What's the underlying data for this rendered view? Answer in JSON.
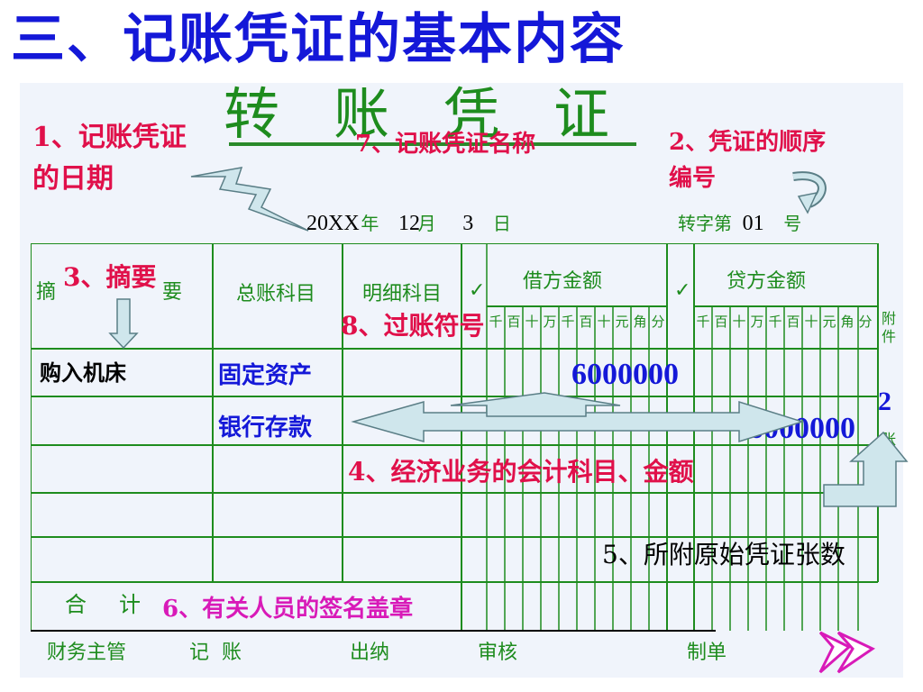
{
  "slide": {
    "title": "三、记账凭证的基本内容"
  },
  "voucher": {
    "title": "转账凭证",
    "date": {
      "year": "20XX",
      "year_unit": "年",
      "month": "12",
      "month_unit": "月",
      "day": "3",
      "day_unit": "日"
    },
    "number": {
      "prefix": "转字第",
      "value": "01",
      "suffix": "号"
    },
    "headers": {
      "summary": "摘要",
      "general_account": "总账科目",
      "sub_account": "明细科目",
      "check": "✓",
      "debit_amount": "借方金额",
      "credit_amount": "贷方金额",
      "attachments": "附件"
    },
    "units": [
      "千",
      "百",
      "十",
      "万",
      "千",
      "百",
      "十",
      "元",
      "角",
      "分"
    ],
    "rows": [
      {
        "summary": "购入机床",
        "account": "固定资产",
        "debit": "6000000",
        "credit": ""
      },
      {
        "summary": "",
        "account": "银行存款",
        "debit": "",
        "credit": "6000000"
      }
    ],
    "attachments": {
      "count": "2",
      "unit": "张"
    },
    "total_label": "合计",
    "signatures": [
      "财务主管",
      "记账",
      "出纳",
      "审核",
      "制单"
    ]
  },
  "annotations": {
    "a1": "1、记账凭证的日期",
    "a2": "2、凭证的顺序编号",
    "a3": "3、摘要",
    "a4": "4、经济业务的会计科目、金额",
    "a5": "5、所附原始凭证张数",
    "a6": "6、有关人员的签名盖章",
    "a7": "7、记账凭证名称",
    "a8": "8、过账符号"
  },
  "colors": {
    "title": "#1418d8",
    "annotation": "#e0104a",
    "signature_note": "#d81ab8",
    "form_green": "#1e8c1e",
    "arrow_fill": "#cfe6ec"
  }
}
